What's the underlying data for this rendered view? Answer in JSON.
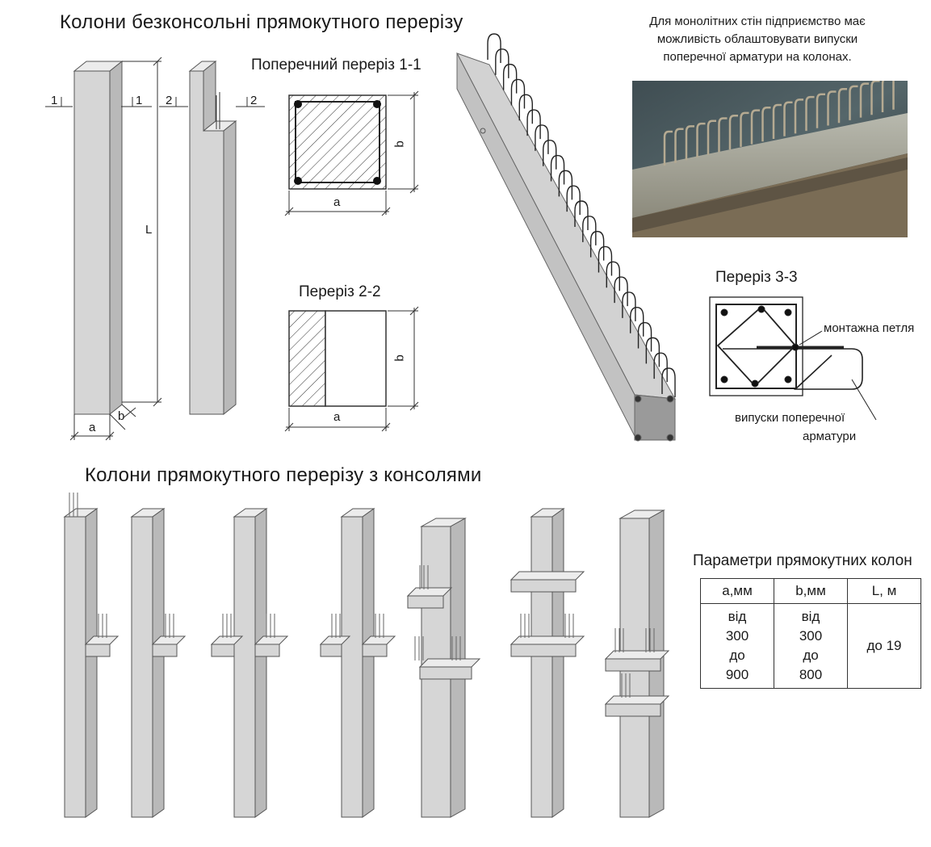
{
  "titles": {
    "main_top": "Колони  безконсольні прямокутного перерізу",
    "main_bottom": "Колони прямокутного перерізу з консолями",
    "photo_note": "Для монолітних стін підприємство має можливість облаштовувати випуски поперечної арматури на колонах."
  },
  "sections": {
    "s11": "Поперечний переріз 1-1",
    "s22": "Переріз 2-2",
    "s33": "Переріз 3-3"
  },
  "dimensions": {
    "a": "a",
    "b": "b",
    "L": "L",
    "cut1": "1",
    "cut2": "2"
  },
  "callouts": {
    "mounting_loop": "монтажна петля",
    "rebar_outlets_line1": "випуски поперечної",
    "rebar_outlets_line2": "арматури"
  },
  "params": {
    "title": "Параметри прямокутних колон",
    "headers": [
      "а,мм",
      "b,мм",
      "L, м"
    ],
    "a_range": [
      "від",
      "300",
      "до",
      "900"
    ],
    "b_range": [
      "від",
      "300",
      "до",
      "800"
    ],
    "L_value": "до 19"
  },
  "colors": {
    "concrete_front": "#d6d6d6",
    "concrete_side": "#bdbdbd",
    "concrete_top": "#ececec",
    "line": "#333333"
  }
}
